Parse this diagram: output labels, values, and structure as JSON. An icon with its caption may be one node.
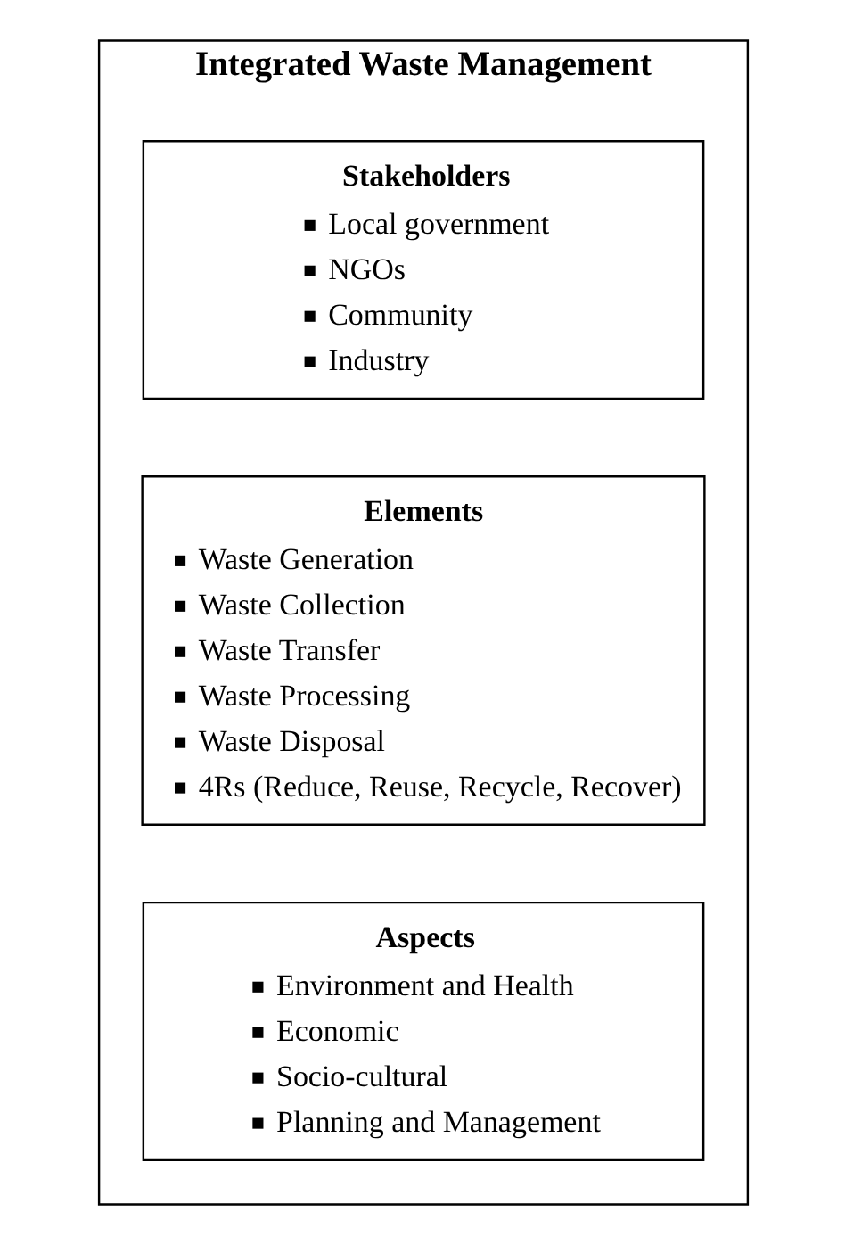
{
  "diagram": {
    "nodes": [
      {
        "text": [
          "Integrated Waste Management"
        ]
      },
      {
        "text": [
          "Stakeholders",
          "Local government",
          "NGOs",
          "Community",
          "Industry"
        ],
        "in": 0
      },
      {
        "text": [
          "Elements",
          "Waste Generation",
          "Waste Collection",
          "Waste Transfer",
          "Waste Processing",
          "Waste Disposal",
          "4Rs (Reduce, Reuse, Recycle, Recover)"
        ],
        "in": 0
      },
      {
        "text": [
          "Aspects",
          "Environment and Health",
          "Economic",
          "Socio-cultural",
          "Planning and Management"
        ],
        "in": 0
      }
    ]
  }
}
